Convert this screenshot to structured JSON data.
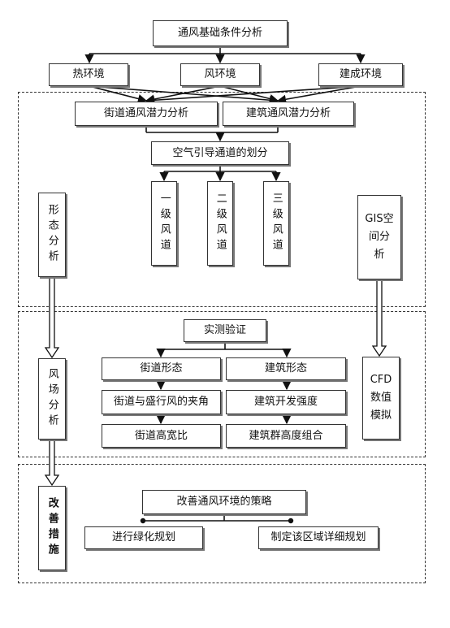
{
  "top": {
    "label": "通风基础条件分析"
  },
  "factors": [
    {
      "label": "热环境"
    },
    {
      "label": "风环境"
    },
    {
      "label": "建成环境"
    }
  ],
  "potential": [
    {
      "label": "街道通风潜力分析"
    },
    {
      "label": "建筑通风潜力分析"
    }
  ],
  "division": {
    "label": "空气引导通道的划分"
  },
  "levels": [
    {
      "label": "一级风道"
    },
    {
      "label": "二级风道"
    },
    {
      "label": "三级风道"
    }
  ],
  "left_steps": [
    {
      "label": "形态分析"
    },
    {
      "label": "风场分析"
    },
    {
      "label": "改善措施"
    }
  ],
  "right_steps": [
    {
      "label": "GIS空间分析"
    },
    {
      "label": "CFD数值模拟"
    }
  ],
  "validation": {
    "label": "实测验证"
  },
  "street": {
    "header": "街道形态",
    "items": [
      "街道与盛行风的夹角",
      "街道高宽比"
    ]
  },
  "building": {
    "header": "建筑形态",
    "items": [
      "建筑开发强度",
      "建筑群高度组合"
    ]
  },
  "strategy": {
    "label": "改善通风环境的策略"
  },
  "actions": [
    {
      "label": "进行绿化规划"
    },
    {
      "label": "制定该区域详细规划"
    }
  ]
}
